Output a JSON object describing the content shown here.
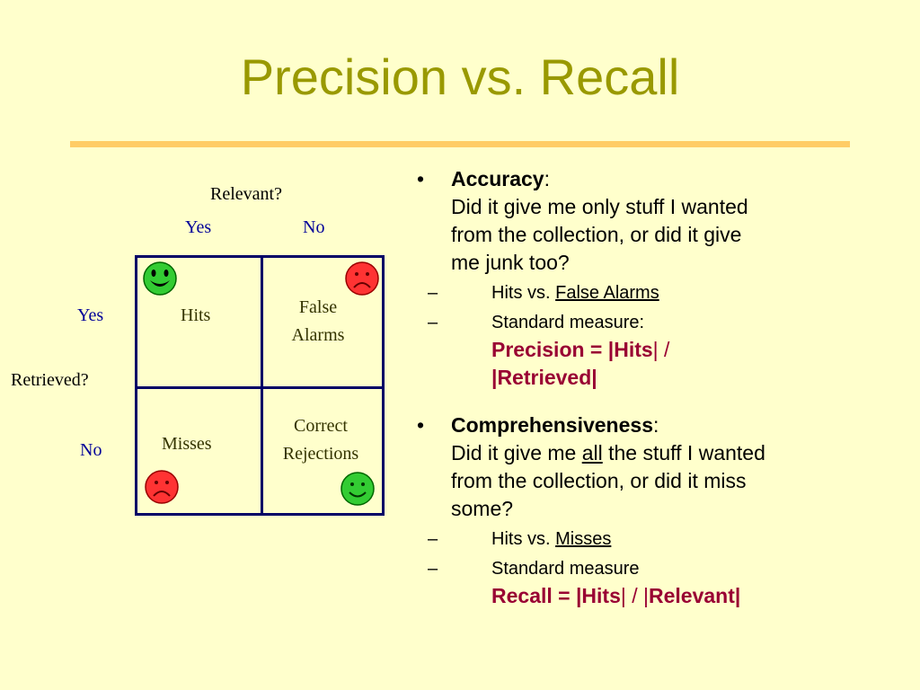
{
  "title": "Precision vs. Recall",
  "matrix": {
    "relevant_label": "Relevant?",
    "retrieved_label": "Retrieved?",
    "col_yes": "Yes",
    "col_no": "No",
    "row_yes": "Yes",
    "row_no": "No",
    "hits": "Hits",
    "false_alarms_1": "False",
    "false_alarms_2": "Alarms",
    "misses": "Misses",
    "correct_rejections_1": "Correct",
    "correct_rejections_2": "Rejections",
    "face_happy_color": "#33cc33",
    "face_sad_color": "#ff3333"
  },
  "accuracy": {
    "heading": "Accuracy",
    "colon": ":",
    "line1": "Did it give me only stuff I wanted",
    "line2": "from the collection, or did it give",
    "line3": "me junk too?",
    "sub1_prefix": "Hits vs. ",
    "sub1_link": "False Alarms",
    "sub2": "Standard measure:",
    "formula_a": "Precision = |",
    "formula_b": "Hits",
    "formula_c": "| / ",
    "formula_d": "|",
    "formula_e": "Retrieved",
    "formula_f": "|"
  },
  "comprehensiveness": {
    "heading": "Comprehensiveness",
    "colon": ":",
    "line1_a": "Did it give me ",
    "line1_b": "all",
    "line1_c": " the stuff I wanted",
    "line2": "from the collection, or did it miss",
    "line3": "some?",
    "sub1_prefix": "Hits vs. ",
    "sub1_link": "Misses",
    "sub2": "Standard measure",
    "formula_a": "Recall = |",
    "formula_b": "Hits",
    "formula_c": "| / |",
    "formula_d": "Relevant",
    "formula_e": "|"
  }
}
